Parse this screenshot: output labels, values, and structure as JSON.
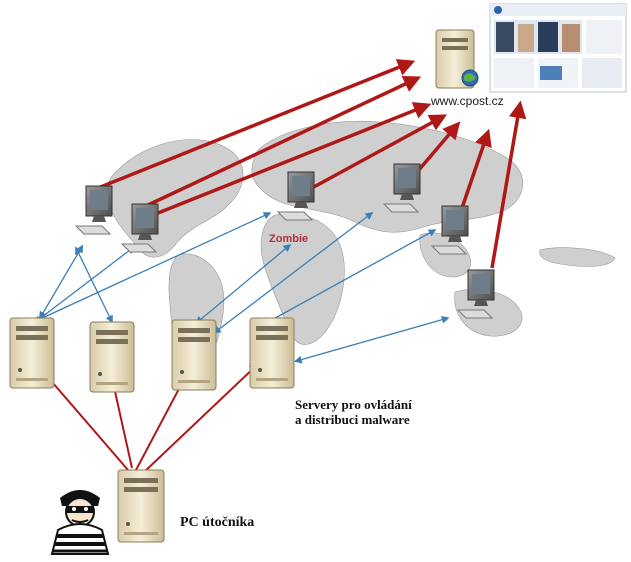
{
  "labels": {
    "website": "www.cpost.cz",
    "zombie": "Zombie",
    "servers_line1": "Servery pro ovládání",
    "servers_line2": "a distribuci malware",
    "attacker": "PC útočníka"
  },
  "colors": {
    "attack_arrow": "#b01818",
    "control_arrow": "#3b7fb6",
    "map": "#c8c8c8",
    "server_case": "#efe4c4",
    "monitor": "#4a4a4a"
  }
}
